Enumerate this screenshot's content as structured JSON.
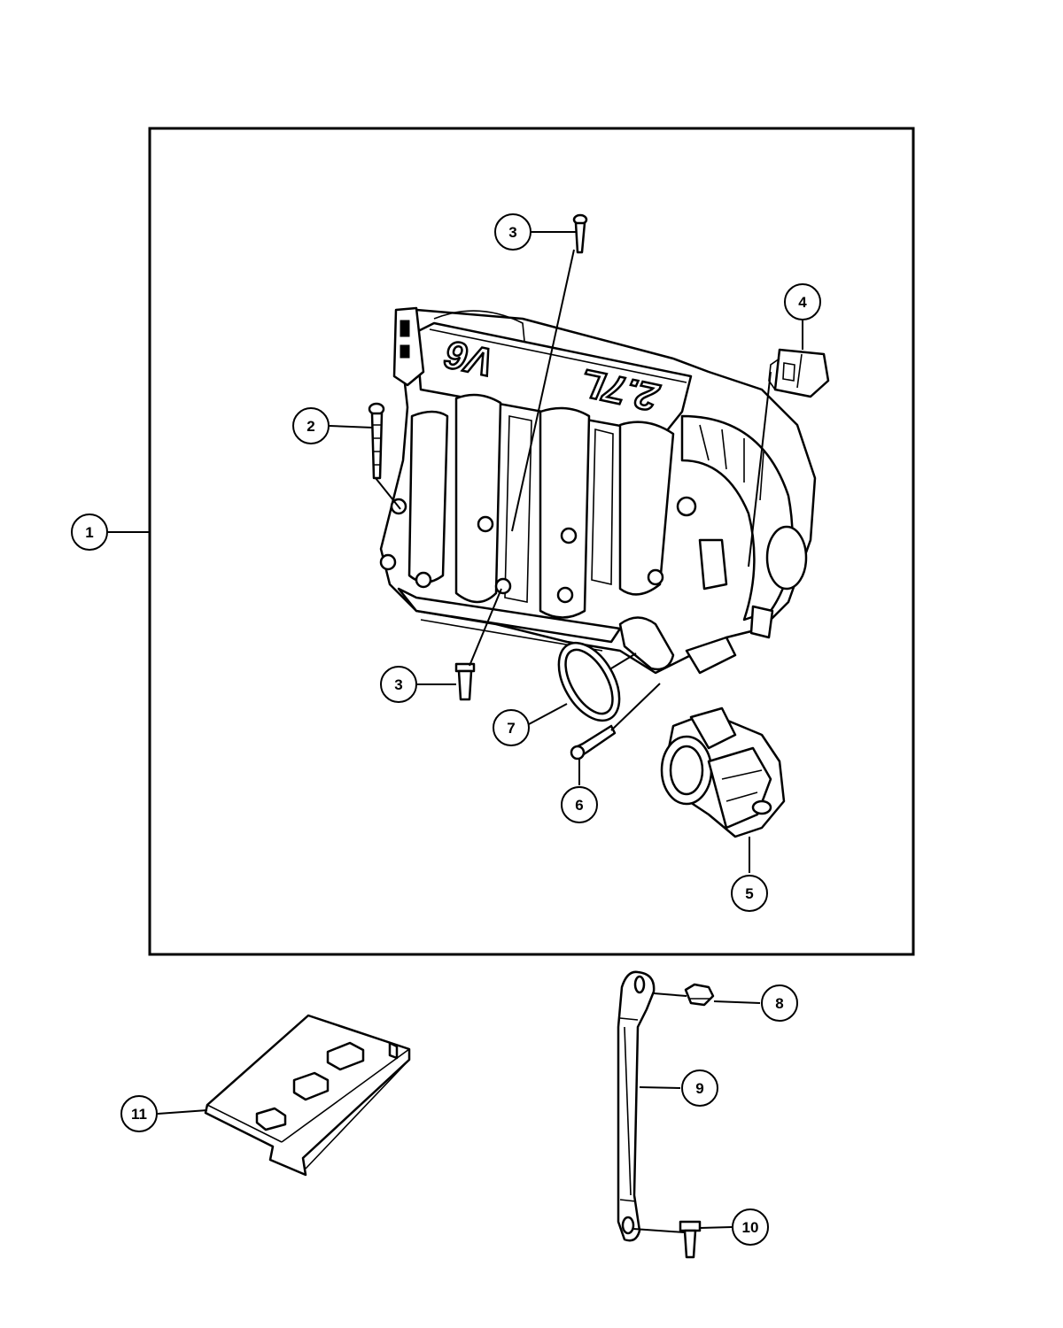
{
  "colors": {
    "ink": "#000000",
    "paper": "#ffffff"
  },
  "engraving": {
    "displacement": "2.7L",
    "config": "V6"
  },
  "callouts": [
    {
      "id": "c1",
      "label": "1"
    },
    {
      "id": "c2",
      "label": "2"
    },
    {
      "id": "c3a",
      "label": "3"
    },
    {
      "id": "c3b",
      "label": "3"
    },
    {
      "id": "c4",
      "label": "4"
    },
    {
      "id": "c5",
      "label": "5"
    },
    {
      "id": "c6",
      "label": "6"
    },
    {
      "id": "c7",
      "label": "7"
    },
    {
      "id": "c8",
      "label": "8"
    },
    {
      "id": "c9",
      "label": "9"
    },
    {
      "id": "c10",
      "label": "10"
    },
    {
      "id": "c11",
      "label": "11"
    }
  ]
}
